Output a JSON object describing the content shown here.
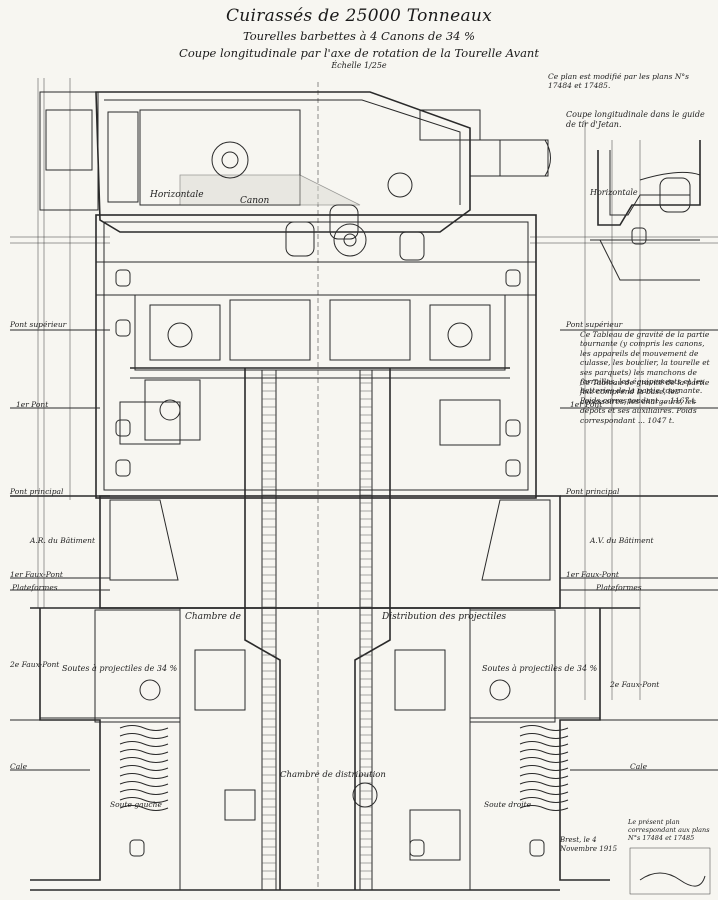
{
  "title": {
    "line1": "Cuirassés de 25000 Tonneaux",
    "line2": "Tourelles barbettes à 4 Canons de 34 %",
    "line3": "Coupe longitudinale par l'axe de rotation de la Tourelle Avant",
    "scale": "Échelle 1/25e"
  },
  "top_right_note": "Ce plan est modifié par les plans N°s 17484 et 17485.",
  "inset_title": "Coupe longitudinale dans le guide de tir d'Jetan.",
  "deck_labels": {
    "pont_superieur_left": "Pont supérieur",
    "pont_superieur_right": "Pont supérieur",
    "pont_1_left": "1er Pont",
    "pont_1_right": "1er Pont",
    "pont_principal_left": "Pont principal",
    "pont_principal_right": "Pont principal",
    "ar_batiment": "A.R. du Bâtiment",
    "av_batiment": "A.V. du Bâtiment",
    "faux_pont_1_left": "1er Faux-Pont",
    "faux_pont_1_right": "1er Faux-Pont",
    "plateformes_left": "Plateformes",
    "plateformes_right": "Plateformes",
    "faux_pont_2_left": "2e Faux-Pont",
    "faux_pont_2_right": "2e Faux-Pont",
    "cale_left": "Cale",
    "cale_right": "Cale"
  },
  "room_labels": {
    "horizontale_left": "Horizontale",
    "canon": "Canon",
    "horizontale_right": "Horizontale",
    "chambre_de": "Chambre de",
    "distribution_projectiles": "Distribution des projectiles",
    "soutes_left": "Soutes à projectiles de 34 %",
    "soutes_right": "Soutes à projectiles de 34 %",
    "chambre_distribution": "Chambre de distribution",
    "soute_gauche": "Soute gauche",
    "soute_droite": "Soute droite"
  },
  "right_notes": {
    "note_a": "Ce Tableau de gravité de la partie tournante (y compris les canons, les appareils de mouvement de culasse, les bouclier, la tourelle et ses parquets) les manchons de ferrailles, les équipements et les batteries de la partie tournante. Poids correspondant ... 1167 t.",
    "note_b": "Ce Tableau de gravité de la partie fixe comprend la base, les accessoires, les chargeurs, les dépôts et ses auxiliaires. Poids correspondant ... 1047 t."
  },
  "signature_block": {
    "place_date": "Brest, le 4 Novembre 1915",
    "caption": "Le présent plan correspondant aux plans N°s 17484 et 17485"
  }
}
